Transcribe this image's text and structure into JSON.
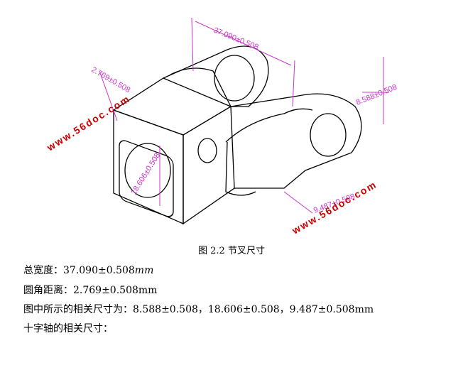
{
  "figure": {
    "dimensions": {
      "width": "37.090±0.508",
      "fillet": "2.769±0.508",
      "dim_a": "8.588±0.508",
      "dim_b": "18.606±0.508",
      "dim_c": "9.487±0.508"
    },
    "watermark": "www.56doc.com"
  },
  "caption": "图 2.2  节叉尺寸",
  "lines": {
    "total_width": "总宽度：37.090±0.508",
    "total_width_unit": "mm",
    "fillet": "圆角距离：2.769±0.508mm",
    "related": "图中所示的相关尺寸为：8.588±0.508，18.606±0.508，9.487±0.508mm",
    "cross_shaft": "十字轴的相关尺寸："
  },
  "colors": {
    "dimension": "#cc33cc",
    "watermark": "#cc0000",
    "outline": "#000000"
  }
}
